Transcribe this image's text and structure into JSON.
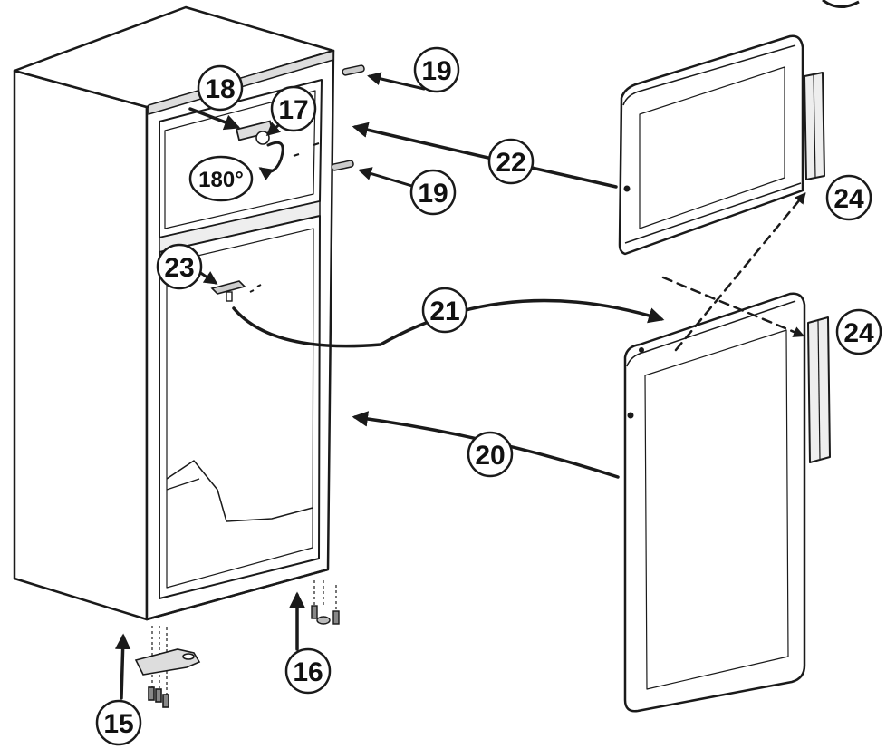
{
  "callouts": {
    "c15": "15",
    "c16": "16",
    "c17": "17",
    "c18": "18",
    "c19a": "19",
    "c19b": "19",
    "c20": "20",
    "c21": "21",
    "c22": "22",
    "c23": "23",
    "c24a": "24",
    "c24b": "24",
    "rotation": "180°"
  },
  "colors": {
    "line": "#1a1a1a",
    "fill": "#ffffff",
    "shade": "#e6e6e6",
    "dark": "#555555"
  }
}
